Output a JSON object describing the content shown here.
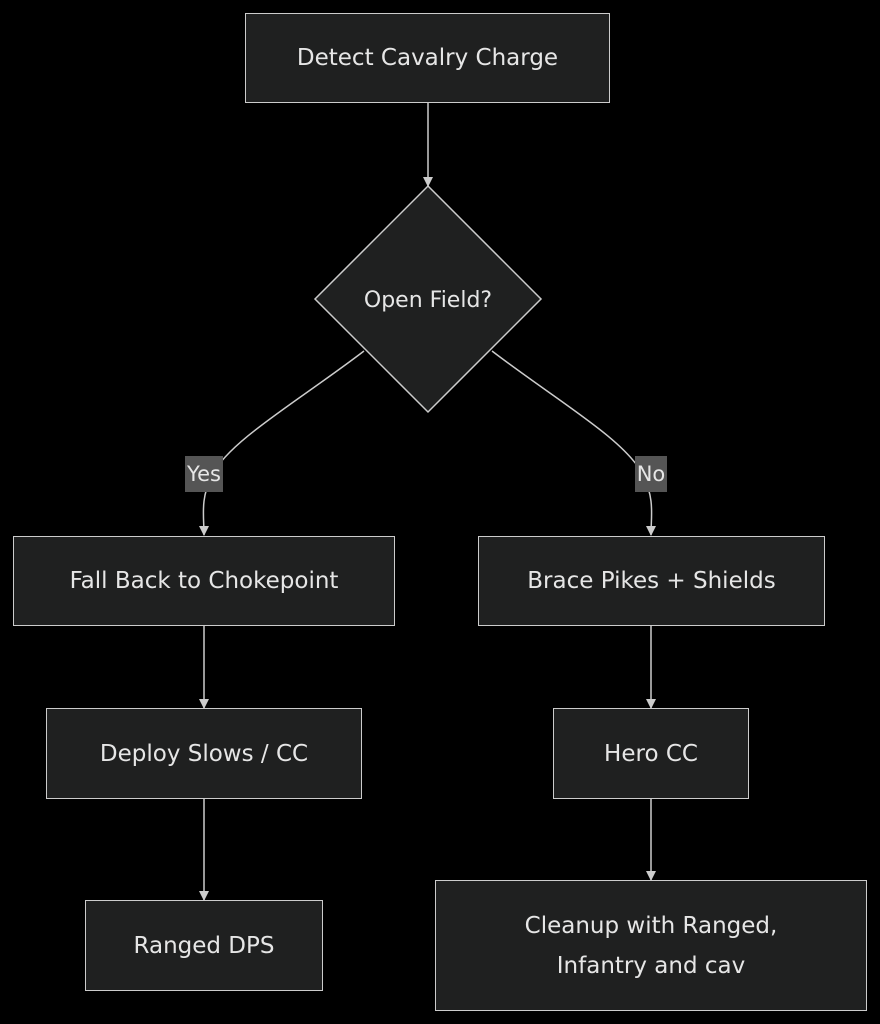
{
  "nodes": {
    "detect": "Detect Cavalry Charge",
    "decision": "Open Field?",
    "fallback": "Fall Back to Chokepoint",
    "brace": "Brace Pikes + Shields",
    "deploy": "Deploy Slows / CC",
    "hero": "Hero CC",
    "ranged": "Ranged DPS",
    "cleanup": "Cleanup with Ranged,\nInfantry and cav"
  },
  "edge_labels": {
    "yes": "Yes",
    "no": "No"
  },
  "colors": {
    "background": "#000000",
    "node_fill": "#1f2020",
    "node_stroke": "#cccccc",
    "text": "#e6e6e6",
    "edge_label_bg": "#555555"
  }
}
